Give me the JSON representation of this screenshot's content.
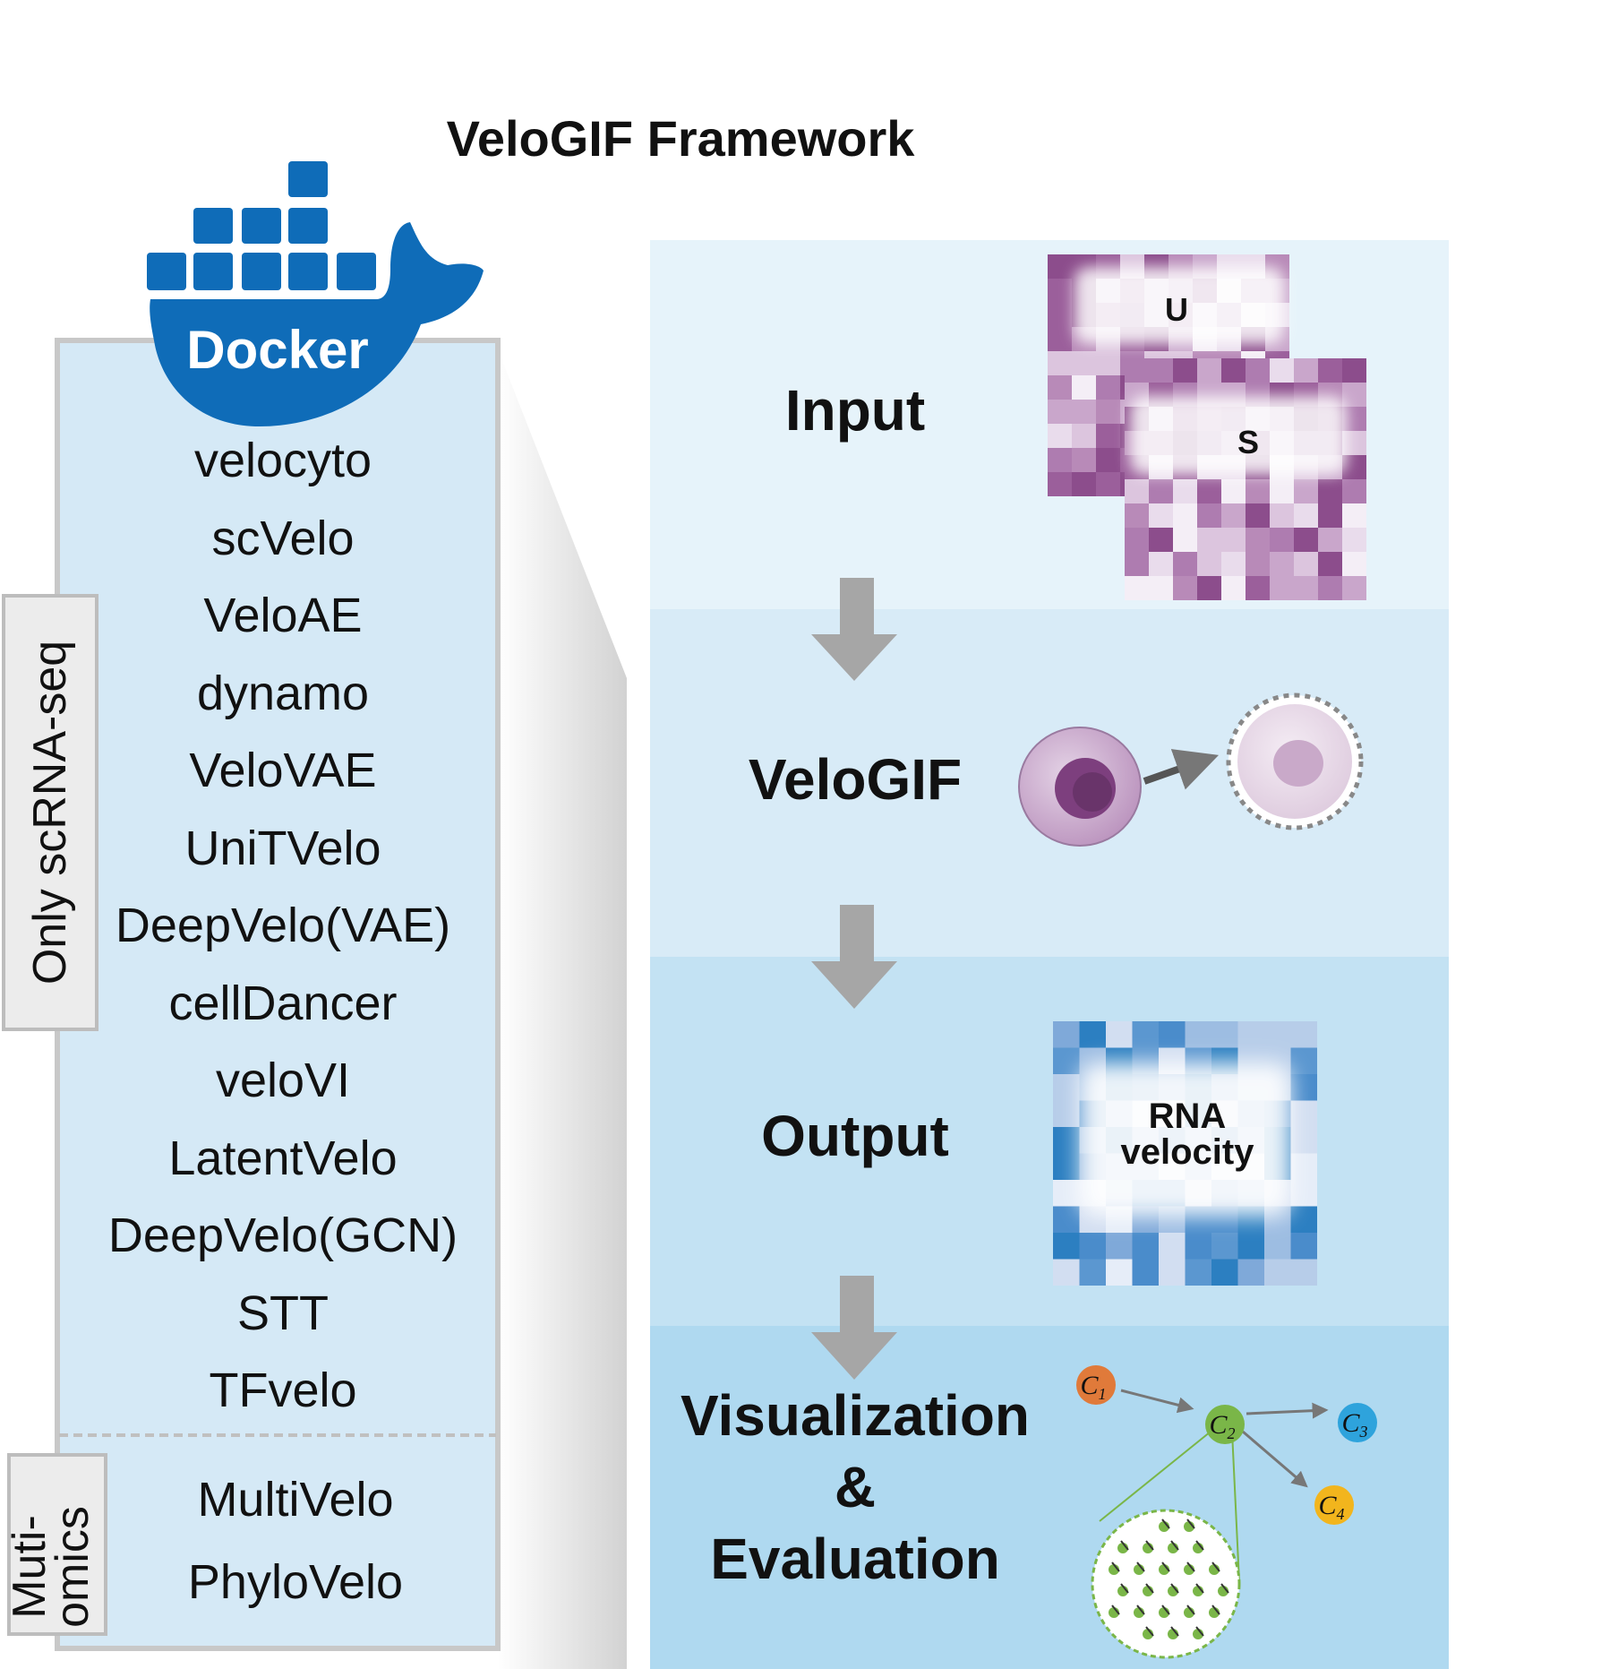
{
  "title": "VeloGIF Framework",
  "docker": {
    "label": "Docker"
  },
  "side_labels": {
    "scrna": "Only scRNA-seq",
    "multi_line1": "Muti-",
    "multi_line2": "omics"
  },
  "methods_scrna": [
    "velocyto",
    "scVelo",
    "VeloAE",
    "dynamo",
    "VeloVAE",
    "UniTVelo",
    "DeepVelo(VAE)",
    "cellDancer",
    "veloVI",
    "LatentVelo",
    "DeepVelo(GCN)",
    "STT",
    "TFvelo"
  ],
  "methods_multi": [
    "MultiVelo",
    "PhyloVelo"
  ],
  "stages": {
    "input": "Input",
    "velogif": "VeloGIF",
    "output": "Output",
    "vis_line1": "Visualization",
    "vis_line2": "&",
    "vis_line3": "Evaluation"
  },
  "matrix_labels": {
    "u": "U",
    "s": "S",
    "rna_line1": "RNA",
    "rna_line2": "velocity"
  },
  "clusters": [
    {
      "letter": "C",
      "sub": "1",
      "color": "#e07a3a"
    },
    {
      "letter": "C",
      "sub": "2",
      "color": "#7ab648"
    },
    {
      "letter": "C",
      "sub": "3",
      "color": "#2ea3dc"
    },
    {
      "letter": "C",
      "sub": "4",
      "color": "#f2b51d"
    }
  ],
  "colors": {
    "docker_blue": "#0f6cb8",
    "panel_light": "#d5e9f6",
    "input_band": "#e6f3fa",
    "velogif_band": "#d8ebf7",
    "output_band": "#c3e2f3",
    "vis_band": "#afd9f0",
    "arrow_gray": "#a6a6a6"
  }
}
